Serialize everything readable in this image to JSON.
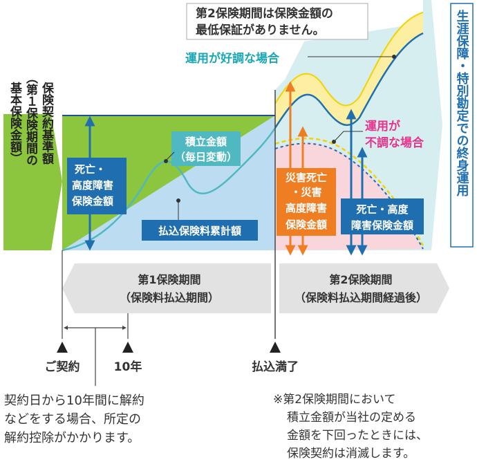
{
  "left_label": [
    "保険契約基準額",
    "（第１保険期間の",
    "基本保険金額）"
  ],
  "right_label": "生涯保障・特別勘定での終身運用",
  "top_note": [
    "第2保険期間は保険金額の",
    "最低保証がありません。"
  ],
  "good_case": "運用が好調な場合",
  "bad_case": [
    "運用が",
    "不調な場合"
  ],
  "death_benefit": [
    "死亡・",
    "高度障害",
    "保険金額"
  ],
  "accumulated": [
    "積立金額",
    "（毎日変動）"
  ],
  "premium_total": "払込保険料累計額",
  "accident_benefit": [
    "災害死亡",
    "・災害",
    "高度障害",
    "保険金額"
  ],
  "death_benefit_2": [
    "死亡・高度",
    "障害保険金額"
  ],
  "period1": [
    "第1保険期間",
    "（保険料払込期間）"
  ],
  "period2": [
    "第2保険期間",
    "（保険料払込期間経過後）"
  ],
  "milestones": [
    "ご契約",
    "10年",
    "払込満了"
  ],
  "bottom_left": [
    "契約日から10年間に解約",
    "などをする場合、所定の",
    "解約控除がかかります。"
  ],
  "bottom_right": [
    "※第2保険期間において",
    "積立金額が当社の定める",
    "金額を下回ったときには、",
    "保険契約は消滅します。"
  ],
  "colors": {
    "green": "#8cc63f",
    "blue_box": "#1f6fb0",
    "light_blue": "#bcdcf2",
    "teal_bg": "#d6eef0",
    "yellow": "#fcefa1",
    "pink": "#f8d6dc",
    "orange": "#ef7d22",
    "magenta": "#e6338c",
    "gray_band": "#e2e2e2"
  }
}
